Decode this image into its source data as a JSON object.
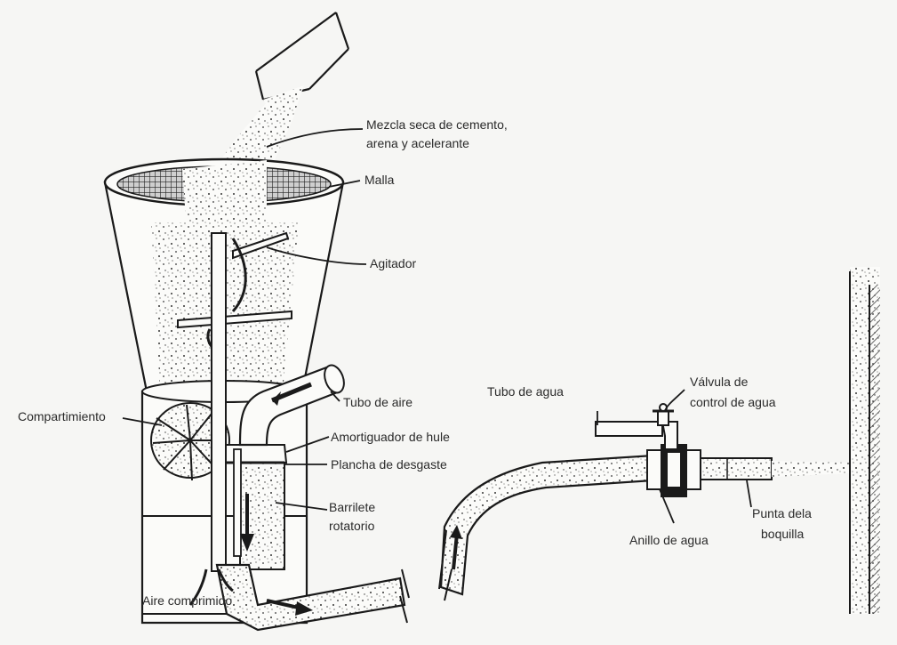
{
  "labels": {
    "mezcla_1": "Mezcla seca de cemento,",
    "mezcla_2": "arena y acelerante",
    "malla": "Malla",
    "agitador": "Agitador",
    "tubo_aire": "Tubo de aire",
    "compartimiento": "Compartimiento",
    "amortiguador": "Amortiguador de hule",
    "plancha": "Plancha de desgaste",
    "barrilete_1": "Barrilete",
    "barrilete_2": "rotatorio",
    "aire_comprimido": "Aire comprimido",
    "tubo_agua": "Tubo de agua",
    "valvula_1": "Válvula de",
    "valvula_2": "control de agua",
    "anillo": "Anillo de agua",
    "punta_1": "Punta dela",
    "punta_2": "boquilla"
  }
}
